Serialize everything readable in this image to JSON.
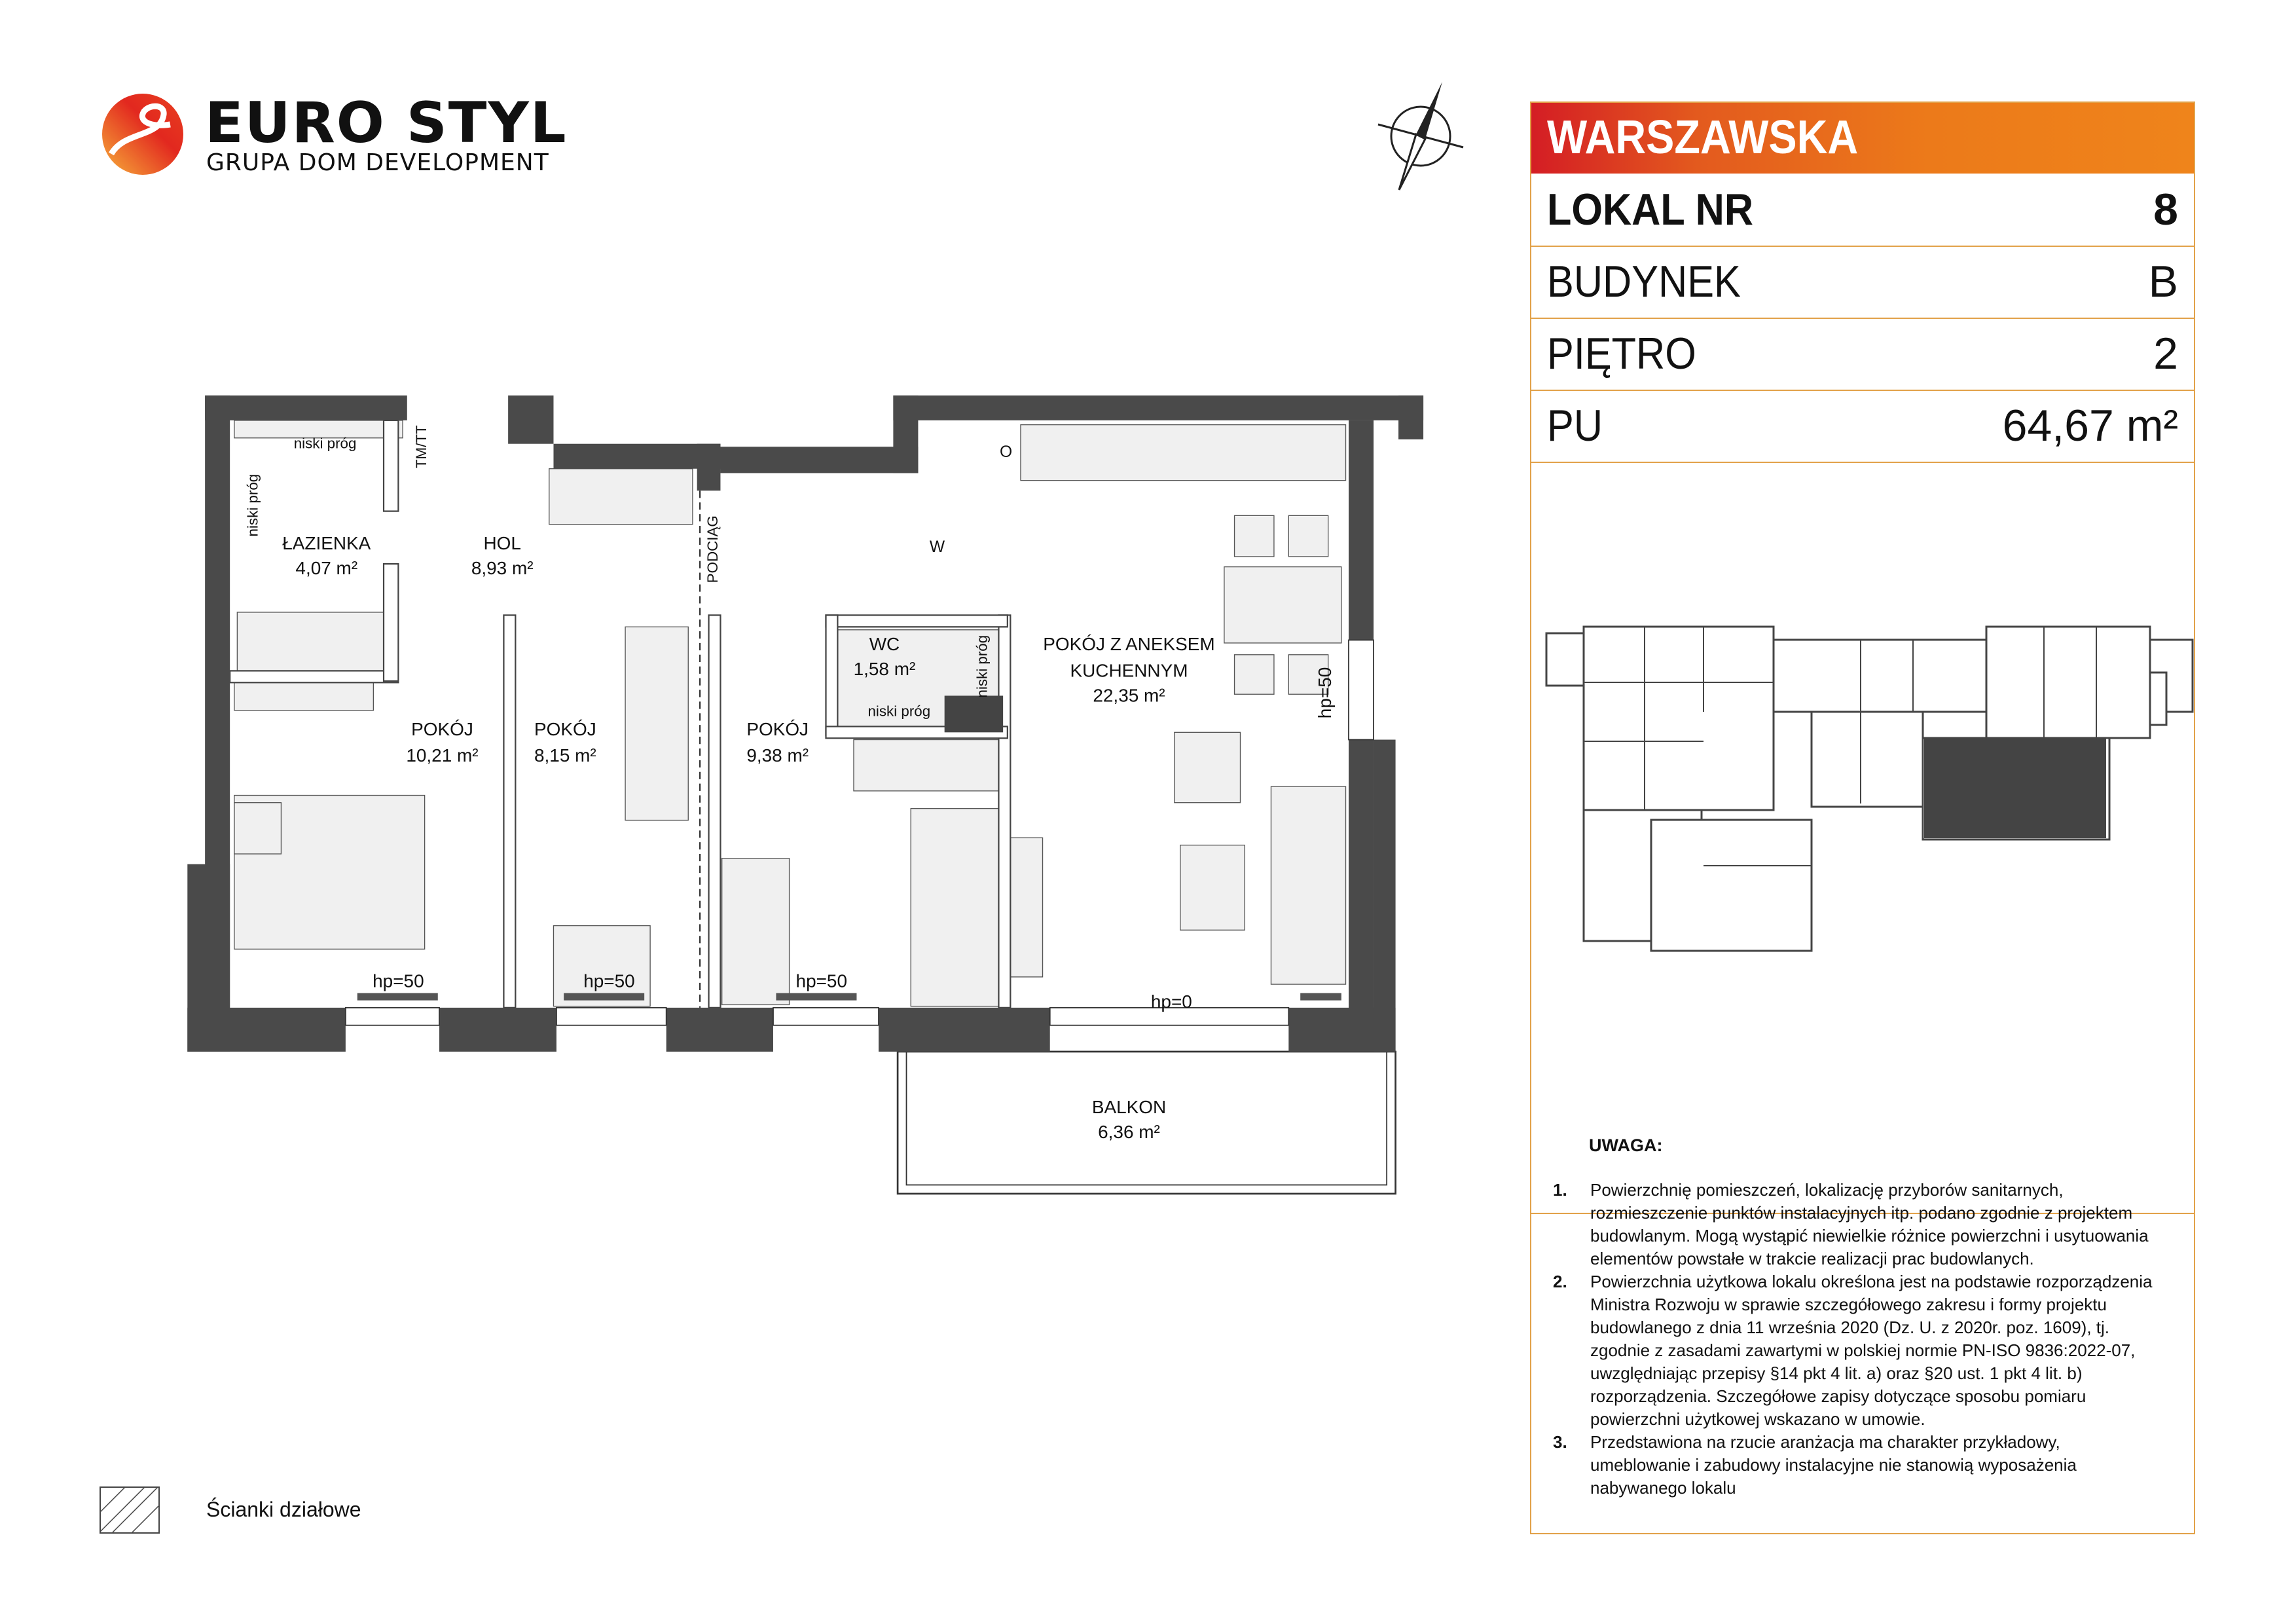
{
  "logo": {
    "title": "EURO STYL",
    "subtitle": "GRUPA DOM DEVELOPMENT"
  },
  "panel": {
    "investment": "WARSZAWSKA",
    "rows": [
      {
        "label": "LOKAL NR",
        "value": "8"
      },
      {
        "label": "BUDYNEK",
        "value": "B"
      },
      {
        "label": "PIĘTRO",
        "value": "2"
      },
      {
        "label": "PU",
        "value": "64,67 m²"
      }
    ],
    "accent_color": "#ef841b",
    "accent_start": "#d41d24"
  },
  "plan": {
    "rooms": [
      {
        "name": "ŁAZIENKA",
        "area": "4,07 m²"
      },
      {
        "name": "HOL",
        "area": "8,93 m²"
      },
      {
        "name": "POKÓJ",
        "area": "10,21 m²"
      },
      {
        "name": "POKÓJ",
        "area": "8,15 m²"
      },
      {
        "name": "POKÓJ",
        "area": "9,38 m²"
      },
      {
        "name": "WC",
        "area": "1,58 m²"
      },
      {
        "name1": "POKÓJ Z ANEKSEM",
        "name2": "KUCHENNYM",
        "area": "22,35 m²"
      },
      {
        "name": "BALKON",
        "area": "6,36 m²"
      }
    ],
    "labels": {
      "niski_prog": "niski próg",
      "tmtt": "TM/TT",
      "podciag": "PODCIĄG",
      "o": "O",
      "w": "W",
      "hp50": "hp=50",
      "hp0": "hp=0"
    }
  },
  "notes": {
    "title": "UWAGA:",
    "items": [
      {
        "num": "1.",
        "text": "Powierzchnię pomieszczeń, lokalizację przyborów sanitarnych, rozmieszczenie punktów instalacyjnych itp. podano zgodnie z projektem budowlanym. Mogą wystąpić niewielkie różnice powierzchni i usytuowania elementów powstałe w trakcie realizacji prac budowlanych."
      },
      {
        "num": "2.",
        "text": "Powierzchnia użytkowa lokalu określona jest na podstawie rozporządzenia Ministra Rozwoju w sprawie szczegółowego zakresu i formy projektu budowlanego z dnia 11 września 2020 (Dz. U. z 2020r. poz. 1609), tj. zgodnie z zasadami zawartymi w polskiej normie PN-ISO 9836:2022-07, uwzględniając przepisy §14 pkt 4 lit. a) oraz §20 ust. 1 pkt 4 lit. b) rozporządzenia. Szczegółowe zapisy dotyczące sposobu pomiaru powierzchni użytkowej wskazano w umowie."
      },
      {
        "num": "3.",
        "text": "Przedstawiona na rzucie aranżacja ma charakter przykładowy, umeblowanie i zabudowy instalacyjne nie stanowią wyposażenia nabywanego lokalu"
      }
    ]
  },
  "legend": {
    "label": "Ścianki działowe"
  }
}
